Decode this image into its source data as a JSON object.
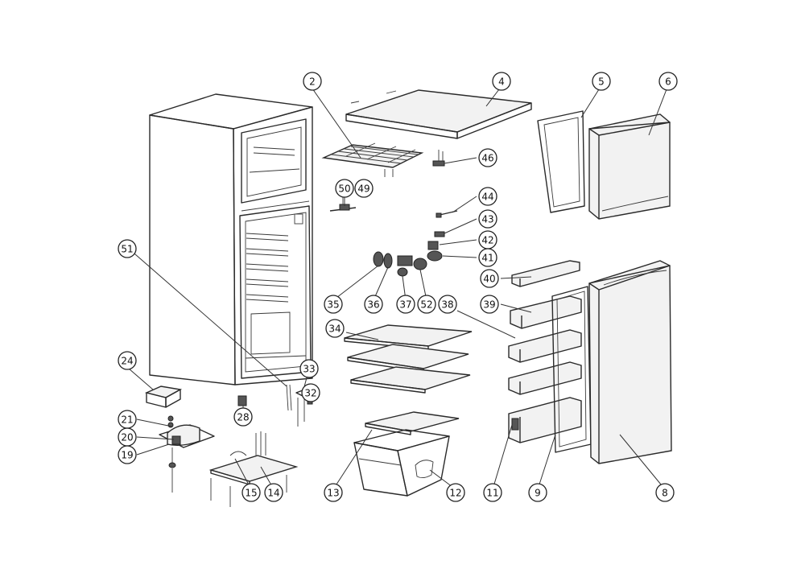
{
  "diagram": {
    "callouts": [
      {
        "id": "2",
        "label": "2"
      },
      {
        "id": "4",
        "label": "4"
      },
      {
        "id": "5",
        "label": "5"
      },
      {
        "id": "6",
        "label": "6"
      },
      {
        "id": "46",
        "label": "46"
      },
      {
        "id": "50",
        "label": "50"
      },
      {
        "id": "49",
        "label": "49"
      },
      {
        "id": "44",
        "label": "44"
      },
      {
        "id": "43",
        "label": "43"
      },
      {
        "id": "42",
        "label": "42"
      },
      {
        "id": "41",
        "label": "41"
      },
      {
        "id": "51",
        "label": "51"
      },
      {
        "id": "40",
        "label": "40"
      },
      {
        "id": "35",
        "label": "35"
      },
      {
        "id": "36",
        "label": "36"
      },
      {
        "id": "37",
        "label": "37"
      },
      {
        "id": "52",
        "label": "52"
      },
      {
        "id": "38",
        "label": "38"
      },
      {
        "id": "39",
        "label": "39"
      },
      {
        "id": "34",
        "label": "34"
      },
      {
        "id": "24",
        "label": "24"
      },
      {
        "id": "33",
        "label": "33"
      },
      {
        "id": "32",
        "label": "32"
      },
      {
        "id": "28",
        "label": "28"
      },
      {
        "id": "21",
        "label": "21"
      },
      {
        "id": "20",
        "label": "20"
      },
      {
        "id": "19",
        "label": "19"
      },
      {
        "id": "15",
        "label": "15"
      },
      {
        "id": "14",
        "label": "14"
      },
      {
        "id": "13",
        "label": "13"
      },
      {
        "id": "12",
        "label": "12"
      },
      {
        "id": "11",
        "label": "11"
      },
      {
        "id": "9",
        "label": "9"
      },
      {
        "id": "8",
        "label": "8"
      }
    ]
  }
}
